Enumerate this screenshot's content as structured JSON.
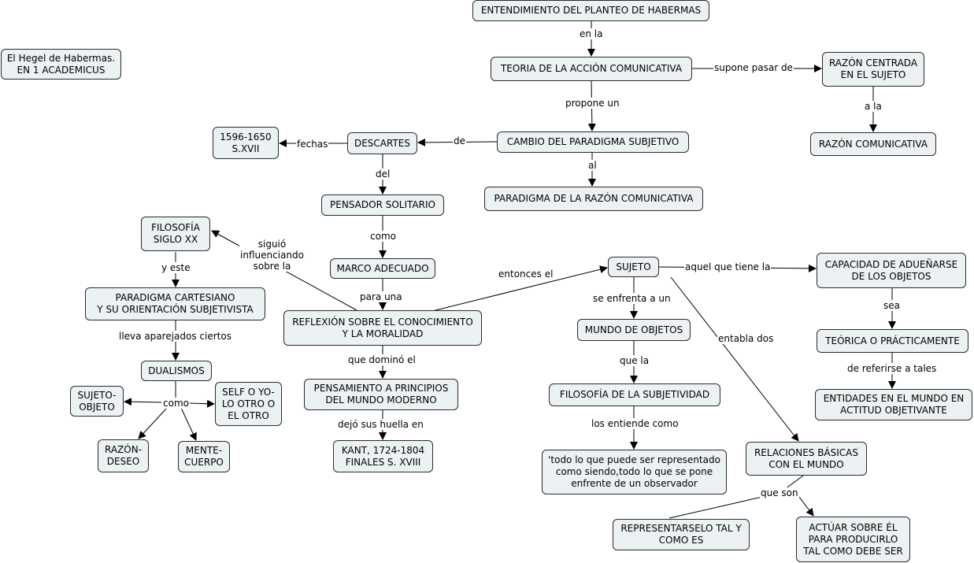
{
  "concepts": {
    "entendimiento": "ENTENDIMIENTO DEL PLANTEO DE HABERMAS",
    "hegel": "El Hegel de Habermas.\nEN 1 ACADEMICUS",
    "teoria": "TEORIA DE LA ACCIÓN COMUNICATIVA",
    "razon_centrada": "RAZÓN CENTRADA\nEN EL SUJETO",
    "razon_comunicativa": "RAZÓN COMUNICATIVA",
    "cambio": "CAMBIO DEL PARADIGMA SUBJETIVO",
    "descartes": "DESCARTES",
    "fechas_val": "1596-1650\nS.XVII",
    "paradigma_razon": "PARADIGMA DE LA RAZÓN COMUNICATIVA",
    "pensador": "PENSADOR SOLITARIO",
    "filosofia_xx": "FILOSOFÍA\nSIGLO XX",
    "marco": "MARCO ADECUADO",
    "sujeto": "SUJETO",
    "capacidad": "CAPACIDAD DE ADUEÑARSE\nDE LOS OBJETOS",
    "paradigma_cartesiano": "PARADIGMA CARTESIANO\nY SU ORIENTACIÓN SUBJETIVISTA",
    "reflexion": "REFLEXIÓN SOBRE EL CONOCIMIENTO\nY LA MORALIDAD",
    "mundo_objetos": "MUNDO DE OBJETOS",
    "teorica": "TEÓRICA O PRÁCTICAMENTE",
    "dualismos": "DUALISMOS",
    "pensamiento": "PENSAMIENTO A PRINCIPIOS\nDEL MUNDO MODERNO",
    "filosofia_subj": "FILOSOFÍA DE LA SUBJETIVIDAD",
    "entidades": "ENTIDADES EN EL MUNDO EN\nACTITUD OBJETIVANTE",
    "sujeto_objeto": "SUJETO-\nOBJETO",
    "self": "SELF O YO-\nLO OTRO O\nEL OTRO",
    "razon_deseo": "RAZÓN-\nDESEO",
    "mente": "MENTE-\nCUERPO",
    "kant": "KANT, 1724-1804\nFINALES S. XVIII",
    "todo": "'todo lo que puede ser representado\ncomo siendo,todo lo que se pone\nenfrente de un observador",
    "relaciones": "RELACIONES BÁSICAS\nCON EL MUNDO",
    "representar": "REPRESENTARSELO TAL Y\nCOMO ES",
    "actuar": "ACTÚAR SOBRE ÉL\nPARA PRODUCIRLO\nTAL COMO DEBE SER"
  },
  "links": {
    "en_la": "en la",
    "supone": "supone pasar de",
    "propone": "propone un",
    "a_la": "a la",
    "de": "de",
    "fechas": "fechas",
    "al": "al",
    "del": "del",
    "siguio": "siguió\ninfluenciando\nsobre la",
    "como1": "como",
    "y_este": "y este",
    "entonces": "entonces el",
    "aquel": "aquel que tiene la",
    "para_una": "para una",
    "se_enfrenta": "se enfrenta a un",
    "sea": "sea",
    "lleva": "lleva aparejados ciertos",
    "entabla": "entabla dos",
    "que_domino": "que dominó el",
    "que_la": "que la",
    "de_referirse": "de referirse a tales",
    "como2": "como",
    "dejo": "dejó sus huella en",
    "los_entiende": "los entiende como",
    "que_son": "que son"
  }
}
